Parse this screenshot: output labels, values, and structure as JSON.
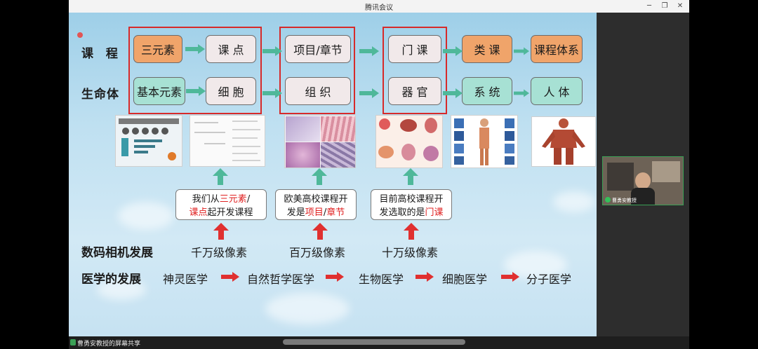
{
  "window": {
    "title": "腾讯会议"
  },
  "rows": {
    "course": {
      "label": "课 程",
      "boxes": [
        "三元素",
        "课 点",
        "项目/章节",
        "门 课",
        "类 课",
        "课程体系"
      ]
    },
    "body": {
      "label": "生命体",
      "boxes": [
        "基本元素",
        "细 胞",
        "组 织",
        "器 官",
        "系 统",
        "人 体"
      ]
    }
  },
  "notes": [
    {
      "parts": [
        {
          "t": "我们从",
          "red": false
        },
        {
          "t": "三元素",
          "red": true
        },
        {
          "t": "/",
          "red": false
        }
      ],
      "line2": [
        {
          "t": "课点",
          "red": true
        },
        {
          "t": "起开发课程",
          "red": false
        }
      ]
    },
    {
      "parts": [
        {
          "t": "欧美高校课程开",
          "red": false
        }
      ],
      "line2": [
        {
          "t": "发是",
          "red": false
        },
        {
          "t": "项目",
          "red": true
        },
        {
          "t": "/",
          "red": false
        },
        {
          "t": "章节",
          "red": true
        }
      ]
    },
    {
      "parts": [
        {
          "t": "目前高校课程开",
          "red": false
        }
      ],
      "line2": [
        {
          "t": "发选取的是",
          "red": false
        },
        {
          "t": "门课",
          "red": true
        }
      ]
    }
  ],
  "camera": {
    "label": "数码相机发展",
    "values": [
      "千万级像素",
      "百万级像素",
      "十万级像素"
    ]
  },
  "medicine": {
    "label": "医学的发展",
    "stages": [
      "神灵医学",
      "自然哲学医学",
      "生物医学",
      "细胞医学",
      "分子医学"
    ]
  },
  "video": {
    "name": "曹勇安教授"
  },
  "share": {
    "text": "曹勇安教授的屏幕共享"
  },
  "colors": {
    "orange": "#f0a46a",
    "teal": "#a7e1d4",
    "frame_red": "#d72a2a",
    "arrow_green": "#4fb89a",
    "arrow_red": "#e03030"
  }
}
